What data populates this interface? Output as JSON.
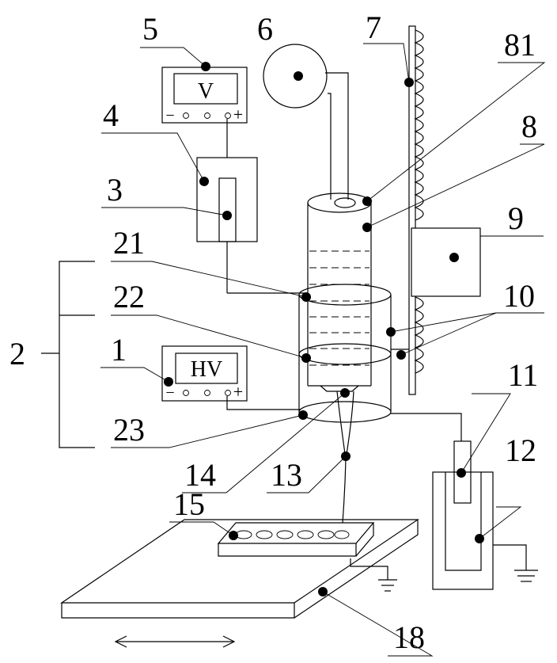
{
  "labels": {
    "l1": "1",
    "l2": "2",
    "l3": "3",
    "l4": "4",
    "l5": "5",
    "l6": "6",
    "l7": "7",
    "l8": "8",
    "l81": "81",
    "l9": "9",
    "l10": "10",
    "l11": "11",
    "l12": "12",
    "l13": "13",
    "l14": "14",
    "l15": "15",
    "l18": "18",
    "l21": "21",
    "l22": "22",
    "l23": "23"
  },
  "meters": {
    "voltmeter_display": "V",
    "hv_supply_display": "HV",
    "terminal_minus": "−",
    "terminal_plus": "+"
  }
}
